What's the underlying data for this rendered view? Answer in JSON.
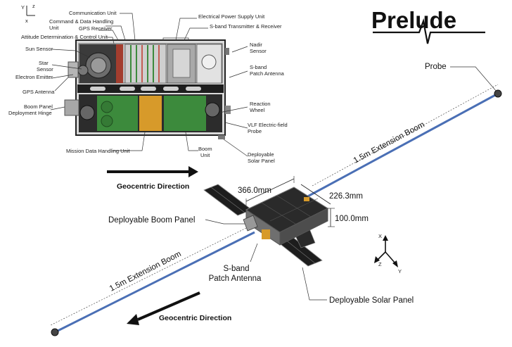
{
  "logo": {
    "text": "Prelude"
  },
  "axes_top": {
    "y": "Y",
    "z": "z",
    "x": "x"
  },
  "axes_bottom": {
    "x": "X",
    "z": "Z",
    "y": "Y"
  },
  "top_view_labels": {
    "communication_unit": "Communication Unit",
    "command_data_handling": "Command & Data Handling\nUnit",
    "gps_receiver": "GPS Receiver",
    "attitude_determination": "Attitude Determination & Control Unit",
    "sun_sensor": "Sun Sensor",
    "star_sensor": "Star\nSensor",
    "electron_emitter": "Electron Emitter",
    "gps_antenna": "GPS Antenna",
    "boom_panel_hinge": "Boom Panel\nDeployment Hinge",
    "mission_data": "Mission Data Handling Unit",
    "boom_unit": "Boom\nUnit",
    "eps": "Electrical Power Supply Unit",
    "sband_tx": "S-band Transmitter & Receiver",
    "nadir_sensor": "Nadir\nSensor",
    "sband_patch_top": "S-band\nPatch Antenna",
    "reaction_wheel": "Reaction\nWheel",
    "vlf_probe": "VLF Electric-field\nProbe",
    "deployable_solar_top": "Deployable\nSolar Panel"
  },
  "iso_labels": {
    "probe": "Probe",
    "boom_upper": "1.5m Extension Boom",
    "boom_lower": "1.5m Extension Boom",
    "dim_length": "366.0mm",
    "dim_width": "226.3mm",
    "dim_height": "100.0mm",
    "deployable_boom_panel": "Deployable Boom Panel",
    "sband_patch": "S-band\nPatch Antenna",
    "deployable_solar": "Deployable Solar Panel",
    "geocentric_upper": "Geocentric Direction",
    "geocentric_lower": "Geocentric Direction"
  },
  "colors": {
    "boom": "#4a6fb5",
    "board_green": "#3c8a3c",
    "board_orange": "#d79a2a",
    "panel_dark": "#222222"
  }
}
